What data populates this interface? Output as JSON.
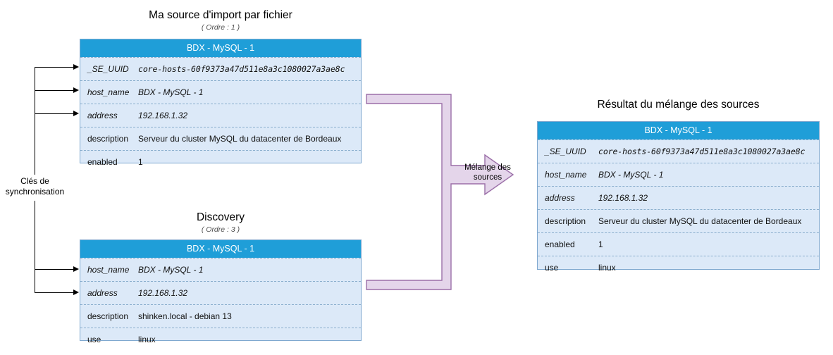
{
  "colors": {
    "table_header_bg": "#1f9ed8",
    "table_header_text": "#ffffff",
    "table_row_bg": "#dce9f8",
    "table_border": "#7fa8cf",
    "row_separator": "#8aaecd",
    "arrow_fill": "#e4d5ea",
    "arrow_stroke": "#9b6fa8",
    "connector": "#000000",
    "subtitle_text": "#4d4d4d",
    "page_bg": "#ffffff"
  },
  "sources": [
    {
      "title": "Ma source d'import par fichier",
      "subtitle": "( Ordre : 1 )",
      "header": "BDX - MySQL - 1",
      "rows": [
        {
          "key": "_SE_UUID",
          "value": "core-hosts-60f9373a47d511e8a3c1080027a3ae8c",
          "italic": true,
          "mono": true,
          "sync_key": true
        },
        {
          "key": "host_name",
          "value": "BDX - MySQL - 1",
          "italic": true,
          "mono": false,
          "sync_key": true
        },
        {
          "key": "address",
          "value": "192.168.1.32",
          "italic": true,
          "mono": false,
          "sync_key": true
        },
        {
          "key": "description",
          "value": "Serveur du cluster MySQL du datacenter de Bordeaux",
          "italic": false,
          "mono": false,
          "sync_key": false
        },
        {
          "key": "enabled",
          "value": "1",
          "italic": false,
          "mono": false,
          "sync_key": false
        }
      ]
    },
    {
      "title": "Discovery",
      "subtitle": "( Ordre : 3 )",
      "header": "BDX - MySQL - 1",
      "rows": [
        {
          "key": "host_name",
          "value": "BDX - MySQL - 1",
          "italic": true,
          "mono": false,
          "sync_key": true
        },
        {
          "key": "address",
          "value": "192.168.1.32",
          "italic": true,
          "mono": false,
          "sync_key": true
        },
        {
          "key": "description",
          "value": "shinken.local - debian 13",
          "italic": false,
          "mono": false,
          "sync_key": false
        },
        {
          "key": "use",
          "value": "linux",
          "italic": false,
          "mono": false,
          "sync_key": false
        }
      ]
    }
  ],
  "result": {
    "title": "Résultat du mélange des sources",
    "header": "BDX - MySQL - 1",
    "rows": [
      {
        "key": "_SE_UUID",
        "value": "core-hosts-60f9373a47d511e8a3c1080027a3ae8c",
        "italic": true,
        "mono": true
      },
      {
        "key": "host_name",
        "value": "BDX - MySQL - 1",
        "italic": true,
        "mono": false
      },
      {
        "key": "address",
        "value": "192.168.1.32",
        "italic": true,
        "mono": false
      },
      {
        "key": "description",
        "value": "Serveur du cluster MySQL du datacenter de Bordeaux",
        "italic": false,
        "mono": false
      },
      {
        "key": "enabled",
        "value": "1",
        "italic": false,
        "mono": false
      },
      {
        "key": "use",
        "value": "linux",
        "italic": false,
        "mono": false
      }
    ]
  },
  "connectors": {
    "sync_label_line1": "Clés de",
    "sync_label_line2": "synchronisation",
    "merge_label_line1": "Mélange des",
    "merge_label_line2": "sources"
  }
}
